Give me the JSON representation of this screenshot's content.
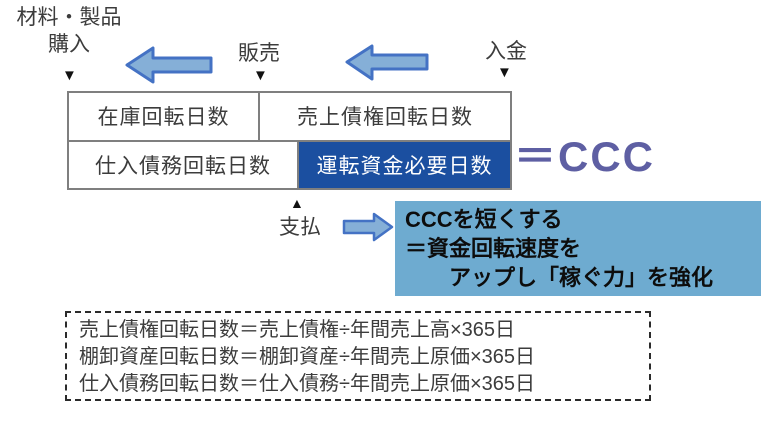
{
  "timeline": {
    "purchase_line1": "材料・製品",
    "purchase_line2": "購入",
    "sale": "販売",
    "cash_in": "入金",
    "payment": "支払",
    "down_marker": "▼",
    "up_marker": "▲"
  },
  "table": {
    "inventory_days": "在庫回転日数",
    "receivable_days": "売上債権回転日数",
    "payable_days": "仕入債務回転日数",
    "working_capital_days": "運転資金必要日数"
  },
  "ccc_label": "＝CCC",
  "highlight_box": {
    "line1": "CCCを短くする",
    "line2": "＝資金回転速度を",
    "line3": "　　アップし「稼ぐ力」を強化"
  },
  "formulas": {
    "line1": "売上債権回転日数＝売上債権÷年間売上高×365日",
    "line2": "棚卸資産回転日数＝棚卸資産÷年間売上原価×365日",
    "line3": "仕入債務回転日数＝仕入債務÷年間売上原価×365日"
  },
  "colors": {
    "accent_dark_blue": "#1B4FA0",
    "highlight_blue": "#6EABD0",
    "ccc_purple": "#5E5FA3",
    "arrow_fill": "#85AFD7",
    "arrow_stroke": "#4472C4",
    "table_border_gray": "#7F7F7F"
  }
}
